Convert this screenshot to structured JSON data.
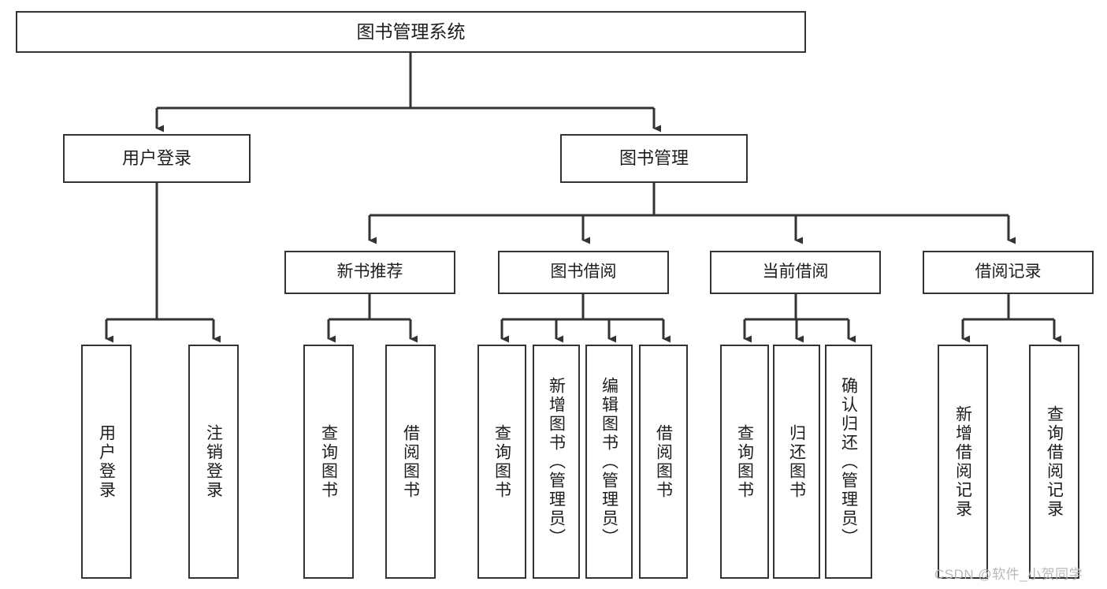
{
  "diagram": {
    "title": "图书管理系统",
    "type": "tree-hierarchy-chart",
    "watermark": "CSDN @软件_小贺同学",
    "colors": {
      "box_border": "#333333",
      "box_fill": "#ffffff",
      "connector": "#333333",
      "text": "#1d1d1d",
      "watermark": "#b9b9b9"
    },
    "root": {
      "label": "图书管理系统"
    },
    "level2": [
      {
        "label": "用户登录"
      },
      {
        "label": "图书管理"
      }
    ],
    "user_login_children": [
      {
        "label": "用户登录"
      },
      {
        "label": "注销登录"
      }
    ],
    "level3": [
      {
        "label": "新书推荐"
      },
      {
        "label": "图书借阅"
      },
      {
        "label": "当前借阅"
      },
      {
        "label": "借阅记录"
      }
    ],
    "new_book_children": [
      {
        "label": "查询图书"
      },
      {
        "label": "借阅图书"
      }
    ],
    "borrow_children": [
      {
        "label": "查询图书"
      },
      {
        "label": "新增图书（管理员）"
      },
      {
        "label": "编辑图书（管理员）"
      },
      {
        "label": "借阅图书"
      }
    ],
    "current_borrow_children": [
      {
        "label": "查询图书"
      },
      {
        "label": "归还图书"
      },
      {
        "label": "确认归还（管理员）"
      }
    ],
    "record_children": [
      {
        "label": "新增借阅记录"
      },
      {
        "label": "查询借阅记录"
      }
    ]
  }
}
